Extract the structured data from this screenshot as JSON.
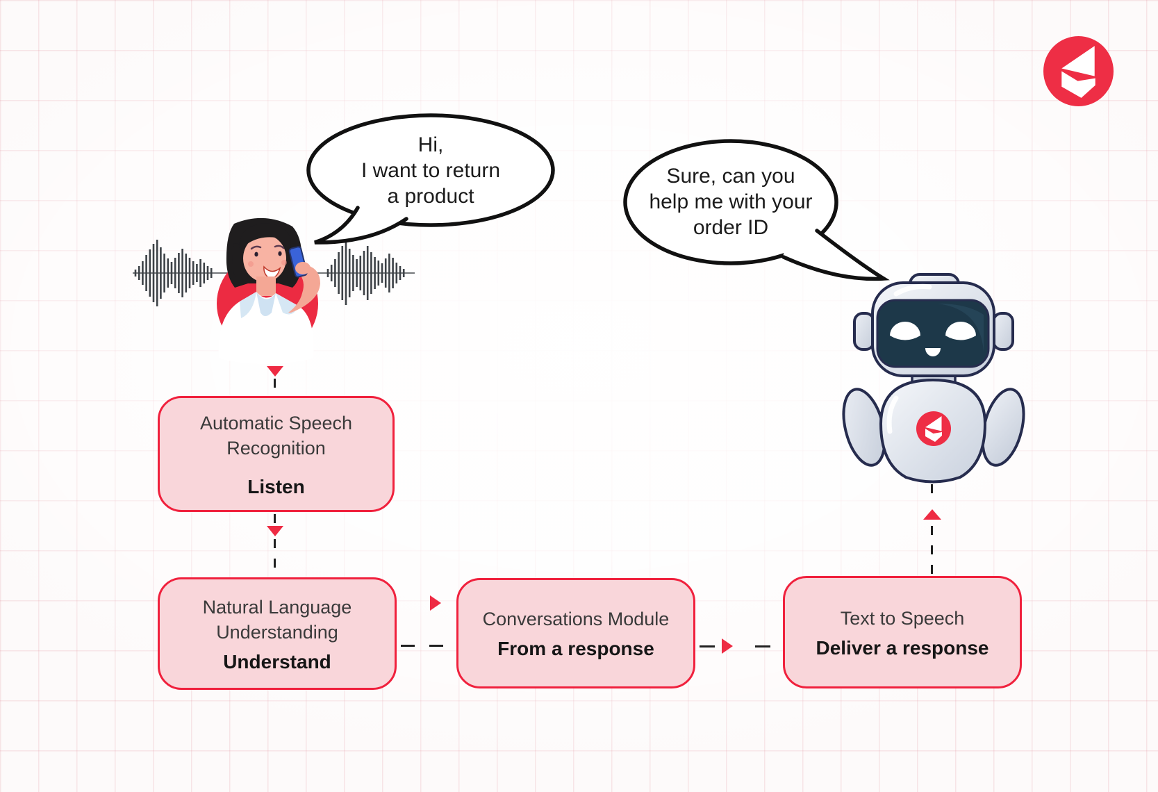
{
  "bubbles": {
    "user": {
      "lines": [
        "Hi,",
        "I want to return",
        "a product"
      ]
    },
    "bot": {
      "lines": [
        "Sure, can you",
        "help me with your",
        "order ID"
      ]
    }
  },
  "flow": {
    "boxes": [
      {
        "id": "asr",
        "title": "Automatic Speech Recognition",
        "action": "Listen"
      },
      {
        "id": "nlu",
        "title": "Natural Language Understanding",
        "action": "Understand"
      },
      {
        "id": "conversations",
        "title": "Conversations Module",
        "action": "From a response"
      },
      {
        "id": "tts",
        "title": "Text to Speech",
        "action": "Deliver a response"
      }
    ]
  },
  "colors": {
    "accent": "#ee2b43",
    "box-fill": "#f9d6da",
    "box-border": "#f0213d",
    "ink": "#202020"
  }
}
